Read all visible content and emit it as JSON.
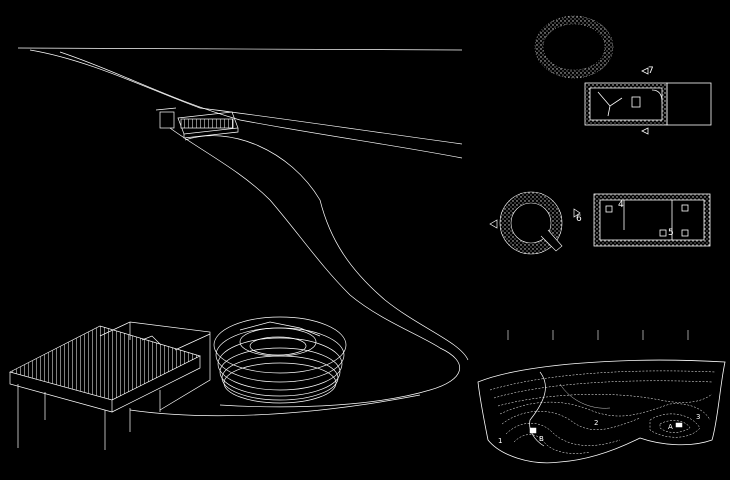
{
  "labels": {
    "section_7": "7",
    "section_6": "6",
    "marker_4": "4",
    "marker_5": "5",
    "map_1": "1",
    "map_2": "2",
    "map_3": "3",
    "map_a": "A",
    "map_b": "B"
  },
  "colors": {
    "background": "#000000",
    "line": "#ffffff"
  }
}
